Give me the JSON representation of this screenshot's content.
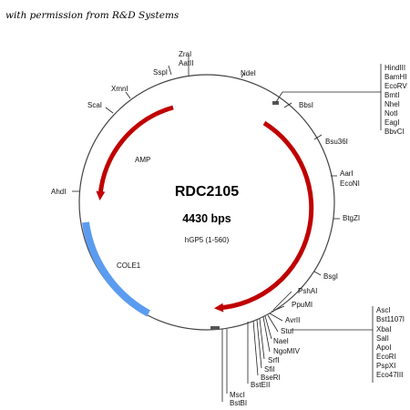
{
  "credit": "with permission from R&D Systems",
  "plasmid": {
    "name": "RDC2105",
    "size": "4430 bps",
    "insert": "hGP5 (1-560)"
  },
  "features": {
    "amp": "AMP",
    "cole1": "COLE1"
  },
  "colors": {
    "arrow": "#c00000",
    "origin": "#5b9cf0",
    "backbone": "#444444"
  },
  "sites_top": [
    "ZraI",
    "AatII",
    "SspI",
    "XmnI",
    "ScaI",
    "NdeI",
    "AhdI"
  ],
  "sites_right": [
    "BbsI",
    "Bsu36I",
    "AarI",
    "EcoNI",
    "BtgZI",
    "BsgI",
    "PshAI",
    "PpuMI",
    "AvrII",
    "StuI",
    "NaeI",
    "NgoMIV",
    "SrfI",
    "SfiI",
    "BseRI",
    "BstEII",
    "MscI",
    "BstBI"
  ],
  "mcs_top": [
    "HindIII",
    "BamHI",
    "EcoRV",
    "BmtI",
    "NheI",
    "NotI",
    "EagI",
    "BbvCI"
  ],
  "mcs_bottom": [
    "AscI",
    "Bst1107I",
    "XbaI",
    "SalI",
    "ApoI",
    "EcoRI",
    "PspXI",
    "Eco47III"
  ]
}
